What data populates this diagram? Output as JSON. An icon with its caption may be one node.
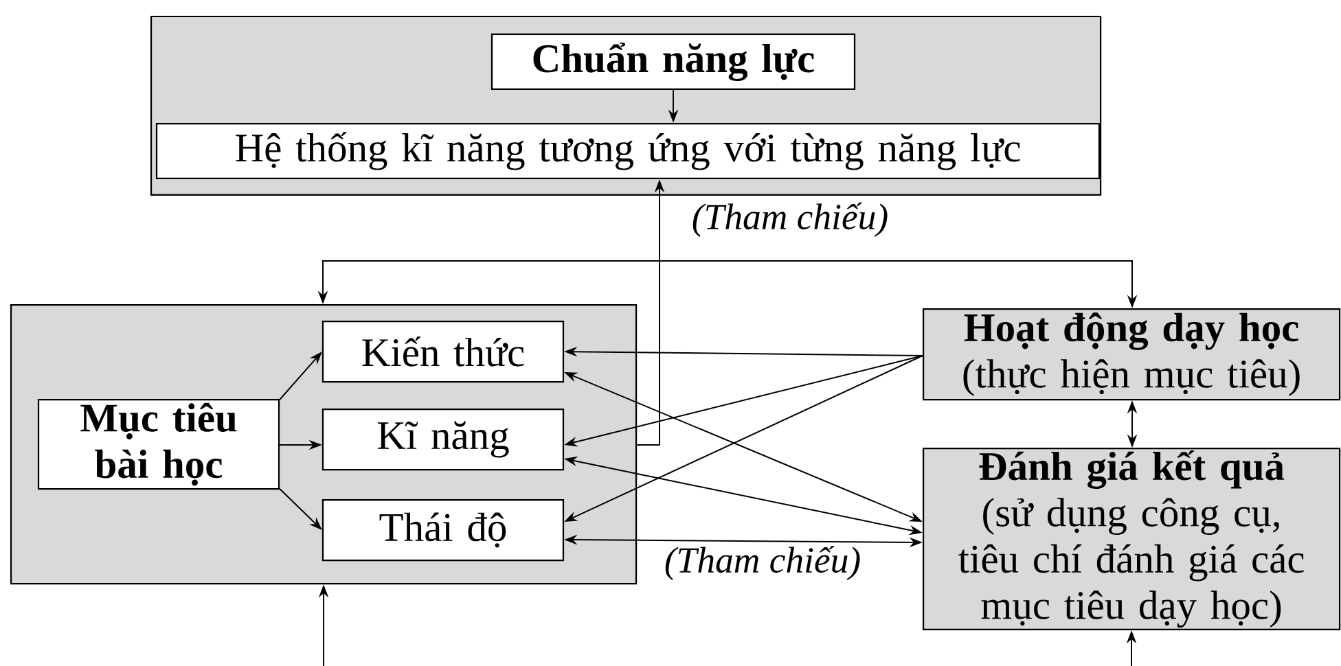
{
  "diagram": {
    "nodes": [
      {
        "text": [],
        "shape": "box"
      },
      {
        "text": [
          "Chuẩn năng lực"
        ],
        "in": 0
      },
      {
        "text": [
          "Hệ thống kĩ năng tương ứng với từng năng lực"
        ],
        "in": 0
      },
      {
        "text": [],
        "shape": "box"
      },
      {
        "text": [
          "Mục tiêu bài học"
        ],
        "in": 3
      },
      {
        "text": [
          "Kiến thức"
        ],
        "in": 3
      },
      {
        "text": [
          "Kĩ năng"
        ],
        "in": 3
      },
      {
        "text": [
          "Thái độ"
        ],
        "in": 3
      },
      {
        "text": [
          "Hoạt động dạy học",
          "(thực hiện mục tiêu)"
        ]
      },
      {
        "text": [
          "Đánh giá kết quả",
          "(sử dụng công cụ, tiêu chí đánh giá các mục tiêu dạy học)"
        ]
      }
    ],
    "edges": [
      {
        "from": 1,
        "to": 2,
        "arrow": "to"
      },
      {
        "from": 3,
        "to": 2,
        "arrow": "to",
        "label": "(Tham chiếu)"
      },
      {
        "from": 3,
        "to": 8,
        "arrow": "both"
      },
      {
        "from": null,
        "to": 3,
        "arrow": "to"
      },
      {
        "from": null,
        "to": 9,
        "arrow": "to"
      },
      {
        "from": 4,
        "to": 5,
        "arrow": "to"
      },
      {
        "from": 4,
        "to": 6,
        "arrow": "to"
      },
      {
        "from": 4,
        "to": 7,
        "arrow": "to"
      },
      {
        "from": 8,
        "to": 9,
        "arrow": "both"
      },
      {
        "from": 8,
        "to": 5,
        "arrow": "to"
      },
      {
        "from": 8,
        "to": 6,
        "arrow": "to"
      },
      {
        "from": 8,
        "to": 7,
        "arrow": "to"
      },
      {
        "from": 5,
        "to": 9,
        "arrow": "both"
      },
      {
        "from": 6,
        "to": 9,
        "arrow": "both"
      },
      {
        "from": 7,
        "to": 9,
        "arrow": "both",
        "label": "(Tham chiếu)"
      }
    ]
  }
}
